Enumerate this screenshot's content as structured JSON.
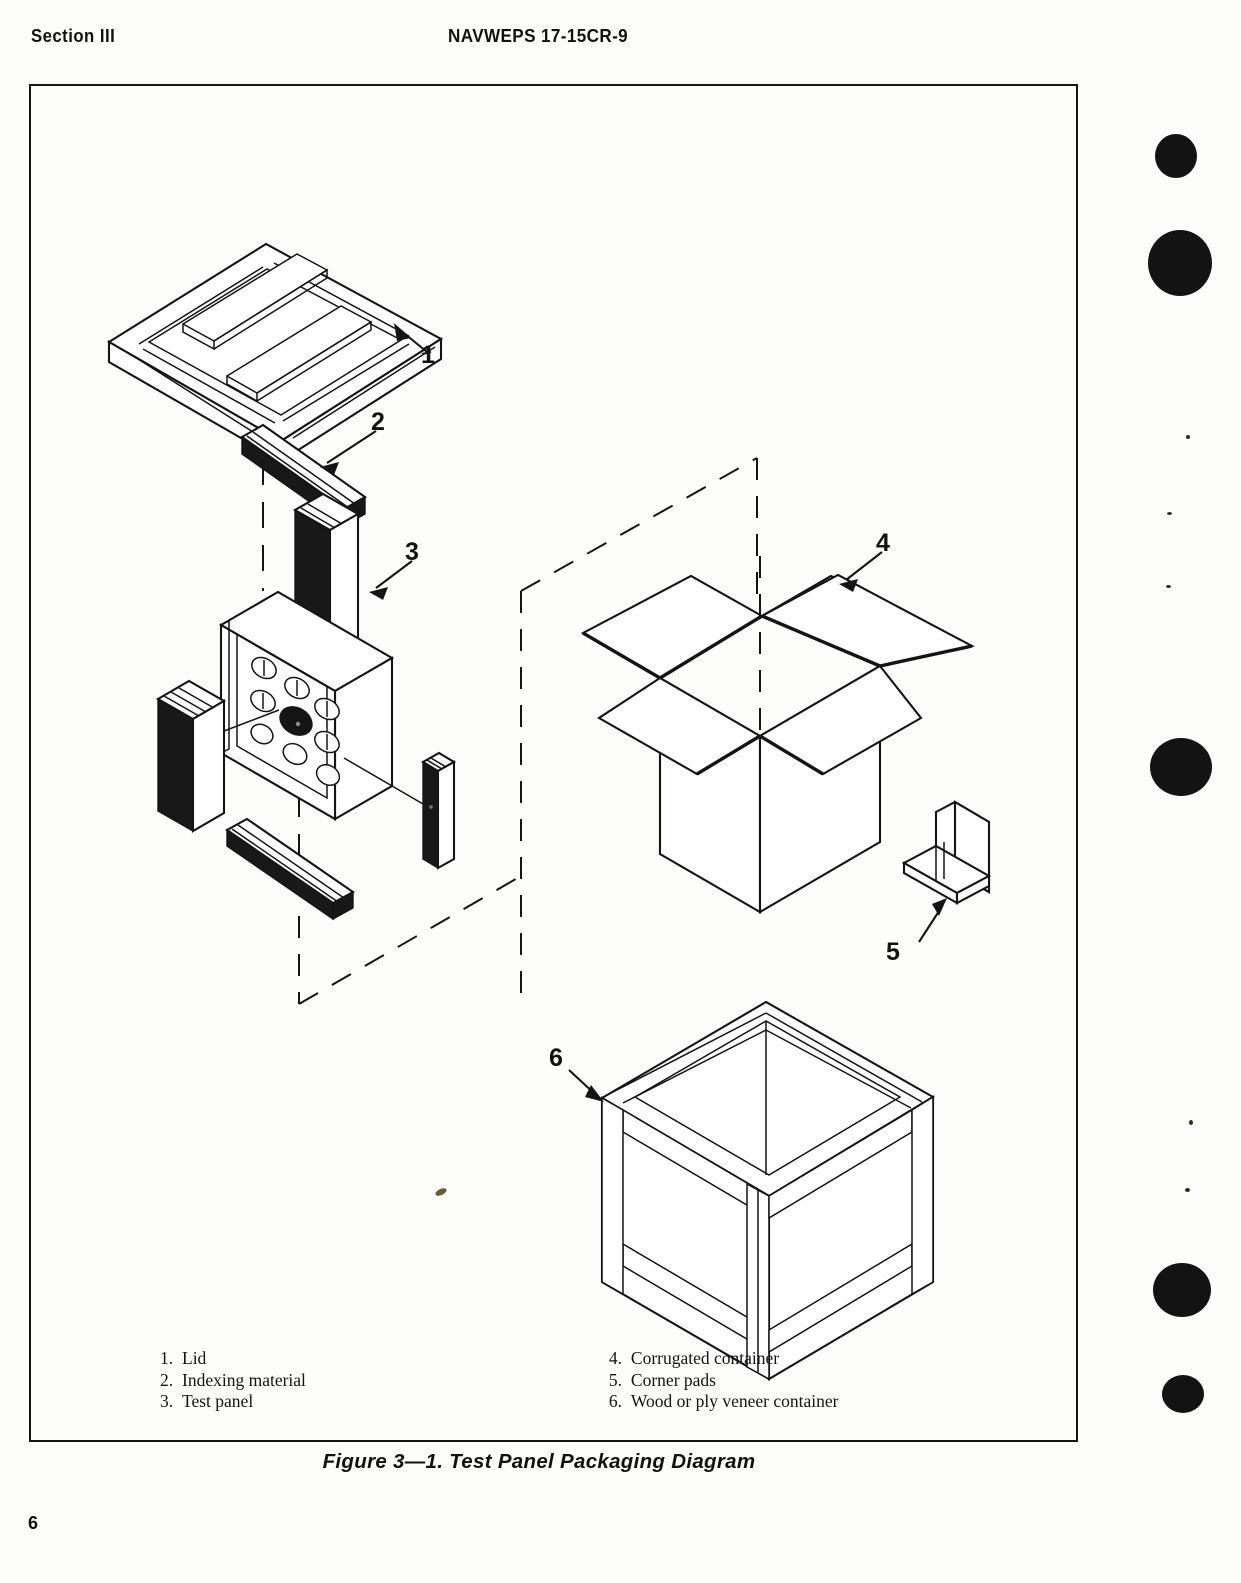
{
  "header": {
    "section": "Section III",
    "document_number": "NAVWEPS  17-15CR-9"
  },
  "figure": {
    "caption": "Figure 3—1. Test Panel Packaging Diagram",
    "callouts": [
      {
        "id": "1",
        "label": "1"
      },
      {
        "id": "2",
        "label": "2"
      },
      {
        "id": "3",
        "label": "3"
      },
      {
        "id": "4",
        "label": "4"
      },
      {
        "id": "5",
        "label": "5"
      },
      {
        "id": "6",
        "label": "6"
      }
    ]
  },
  "legend": {
    "left_column": [
      {
        "number": "1.",
        "text": "Lid"
      },
      {
        "number": "2.",
        "text": "Indexing  material"
      },
      {
        "number": "3.",
        "text": "Test panel"
      }
    ],
    "right_column": [
      {
        "number": "4.",
        "text": "Corrugated container"
      },
      {
        "number": "5.",
        "text": "Corner pads"
      },
      {
        "number": "6.",
        "text": "Wood or ply veneer container"
      }
    ]
  },
  "footer": {
    "page_number": "6"
  },
  "colors": {
    "ink": "#131313",
    "paper": "#fdfdfb",
    "shade_dark": "#1b1b1b"
  }
}
